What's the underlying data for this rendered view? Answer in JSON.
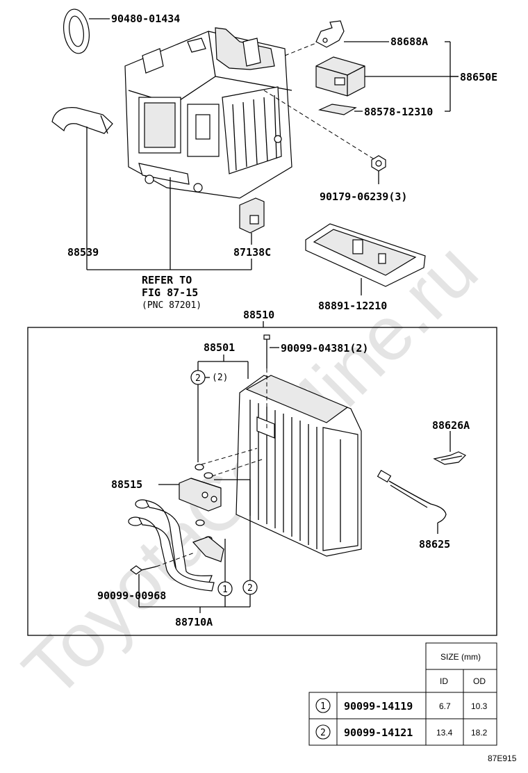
{
  "labels": {
    "p90480": "90480-01434",
    "p88688a": "88688A",
    "p88650e": "88650E",
    "p88578": "88578-12310",
    "p90179": "90179-06239(3)",
    "p88539": "88539",
    "p87138c": "87138C",
    "refer_1": "REFER TO",
    "refer_2": "FIG 87-15",
    "refer_3": "(PNC 87201)",
    "p88891": "88891-12210",
    "p88510": "88510",
    "p88501": "88501",
    "p90099_04381": "90099-04381(2)",
    "circle2_qty": "(2)",
    "p88626a": "88626A",
    "p88515": "88515",
    "p88625": "88625",
    "p90099_00968": "90099-00968",
    "p88710a": "88710A",
    "circle_1": "1",
    "circle_2": "2"
  },
  "size_table": {
    "header": "SIZE (mm)",
    "col_id": "ID",
    "col_od": "OD",
    "rows": [
      {
        "mark": "1",
        "part": "90099-14119",
        "id": "6.7",
        "od": "10.3"
      },
      {
        "mark": "2",
        "part": "90099-14121",
        "id": "13.4",
        "od": "18.2"
      }
    ]
  },
  "watermark": "ToyotaCarMine.ru",
  "diagram_code": "87E915"
}
